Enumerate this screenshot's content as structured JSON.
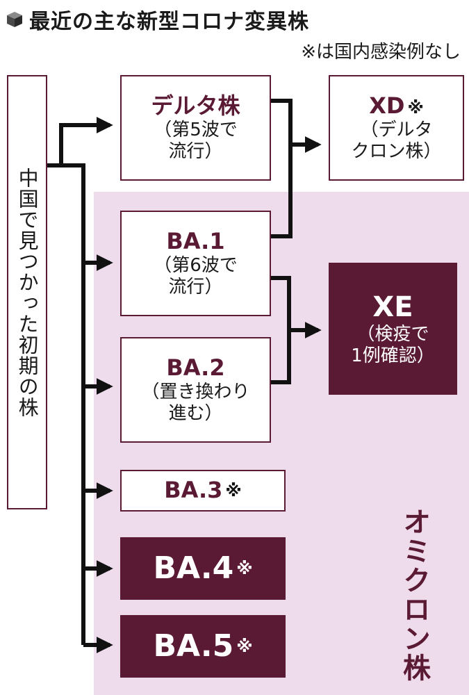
{
  "title": "最近の主な新型コロナ変異株",
  "note": "※は国内感染例なし",
  "origin": "中国で見つかった初期の株",
  "omicron_label": "オミクロン株",
  "mark": "※",
  "variants": {
    "delta": {
      "name": "デルタ株",
      "line1": "（第5波で",
      "line2": "流行）"
    },
    "xd": {
      "name": "XD",
      "line1": "（デルタ",
      "line2": "クロン株）"
    },
    "ba1": {
      "name": "BA.1",
      "line1": "（第6波で",
      "line2": "流行）"
    },
    "xe": {
      "name": "XE",
      "line1": "（検疫で",
      "line2": "1例確認）"
    },
    "ba2": {
      "name": "BA.2",
      "line1": "（置き換わり",
      "line2": "進む）"
    },
    "ba3": {
      "name": "BA.3"
    },
    "ba4": {
      "name": "BA.4"
    },
    "ba5": {
      "name": "BA.5"
    }
  },
  "colors": {
    "accent": "#5b1a33",
    "omicron_bg": "#eedcec",
    "lines": "#111111"
  }
}
